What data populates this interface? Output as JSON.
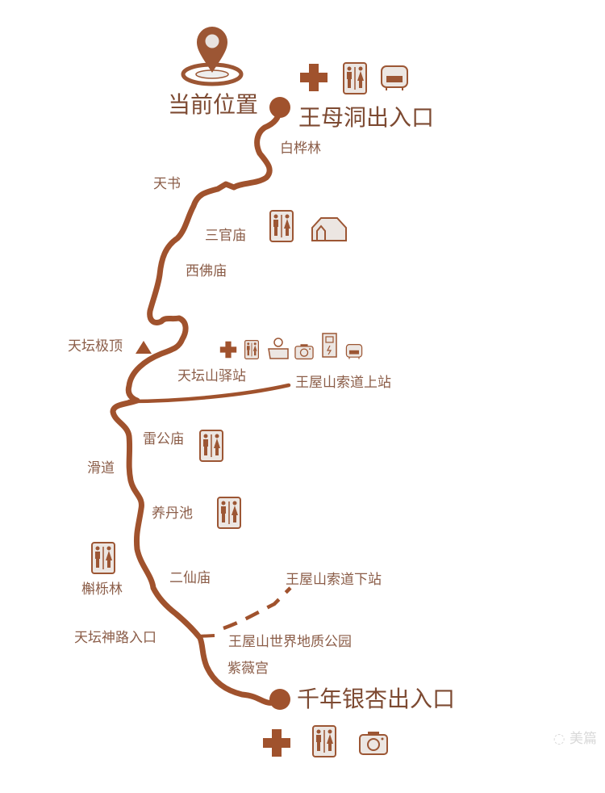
{
  "map": {
    "route_color": "#a0522d",
    "text_color": "#8b5d48",
    "current_position_label": "当前位置",
    "start": {
      "label": "王母洞出入口",
      "facilities": [
        "first-aid",
        "restroom",
        "rest-area"
      ]
    },
    "end": {
      "label": "千年银杏出入口",
      "facilities": [
        "first-aid",
        "restroom",
        "photo-spot"
      ]
    },
    "stops": [
      {
        "label": "白桦林"
      },
      {
        "label": "天书"
      },
      {
        "label": "三官庙",
        "facilities": [
          "restroom",
          "shelter"
        ]
      },
      {
        "label": "西佛庙"
      },
      {
        "label": "天坛极顶",
        "marker": "peak-triangle"
      },
      {
        "label": "天坛山驿站",
        "facilities": [
          "first-aid",
          "restroom",
          "info-desk",
          "photo-spot",
          "charging",
          "rest-area"
        ]
      },
      {
        "label": "王屋山索道上站"
      },
      {
        "label": "雷公庙",
        "facilities": [
          "restroom"
        ]
      },
      {
        "label": "滑道"
      },
      {
        "label": "养丹池",
        "facilities": [
          "restroom"
        ]
      },
      {
        "label": "槲栎林",
        "facilities": [
          "restroom"
        ]
      },
      {
        "label": "二仙庙"
      },
      {
        "label": "王屋山索道下站"
      },
      {
        "label": "天坛神路入口"
      },
      {
        "label": "王屋山世界地质公园"
      },
      {
        "label": "紫薇宫"
      }
    ]
  },
  "watermark": "美篇"
}
